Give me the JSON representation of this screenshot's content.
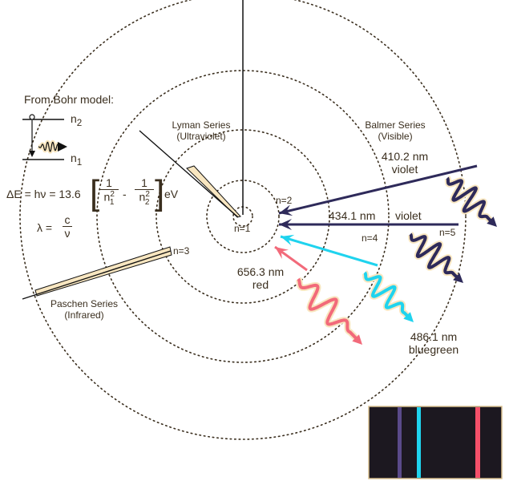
{
  "bohr": {
    "title": "From Bohr model:",
    "n2": "n",
    "n2_sub": "2",
    "n1": "n",
    "n1_sub": "1"
  },
  "formula": {
    "lhs": "ΔE = hν = 13.6",
    "one": "1",
    "n": "n",
    "sq": "2",
    "sub1": "1",
    "sub2": "2",
    "minus": "-",
    "unit": "eV",
    "lambda": "λ =",
    "c": "c",
    "nu": "ν"
  },
  "levels": {
    "n1": "n=1",
    "n2": "n=2",
    "n3": "n=3",
    "n4": "n=4",
    "n5": "n=5"
  },
  "series": {
    "lyman": {
      "name": "Lyman Series",
      "sub": "(Ultraviolet)"
    },
    "balmer": {
      "name": "Balmer Series",
      "sub": "(Visible)"
    },
    "paschen": {
      "name": "Paschen Series",
      "sub": "(Infrared)"
    }
  },
  "lines": [
    {
      "wavelength": "410.2 nm",
      "color_name": "violet",
      "color": "#2e2a5a"
    },
    {
      "wavelength": "434.1 nm",
      "color_name": "violet",
      "color": "#2e2a5a"
    },
    {
      "wavelength": "486.1 nm",
      "color_name": "bluegreen",
      "color": "#1fd3ee"
    },
    {
      "wavelength": "656.3 nm",
      "color_name": "red",
      "color": "#f26a7a"
    }
  ],
  "colors": {
    "ink": "#3a2e1e",
    "cream": "#f8e6c0"
  }
}
